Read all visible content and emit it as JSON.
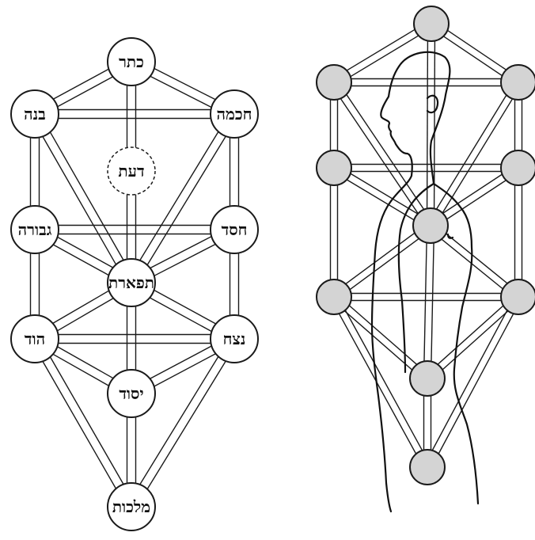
{
  "left_tree": {
    "sefirot": {
      "keter": "כתר",
      "chokhmah": "חכמה",
      "binah": "בנה",
      "daat": "דעת",
      "chesed": "חסד",
      "gevurah": "גבורה",
      "tiferet": "תפארת",
      "netzach": "נצח",
      "hod": "הוד",
      "yesod": "יסוד",
      "malkhut": "מלכות"
    }
  },
  "colors": {
    "line": "#1a1a1a",
    "node_fill_left": "#ffffff",
    "node_fill_right": "#d4d4d4",
    "background": "#ffffff"
  }
}
